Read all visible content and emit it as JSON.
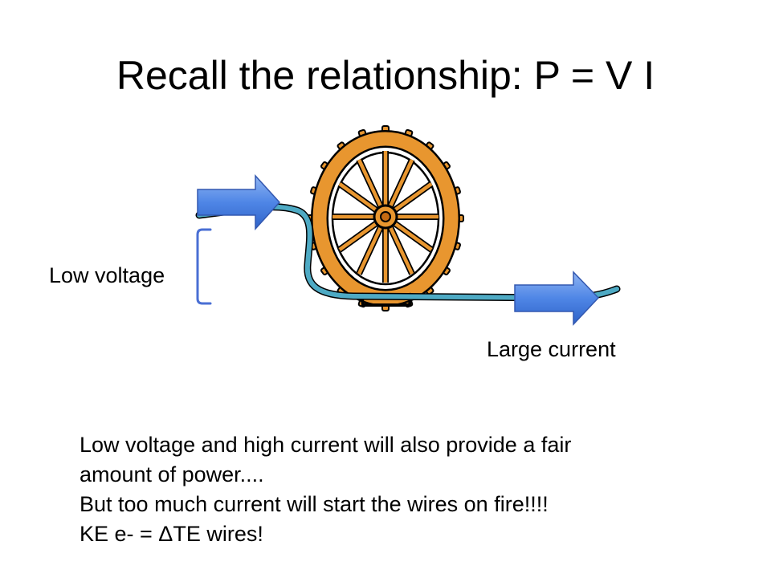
{
  "slide": {
    "title": "Recall the relationship:  P = V I",
    "low_voltage_label": "Low voltage",
    "large_current_label": "Large current",
    "body_lines": [
      "Low voltage and high current will also provide a fair",
      "amount of power....",
      "But too much current will start the wires on fire!!!!",
      "KE e- = ΔTE wires!"
    ]
  },
  "colors": {
    "wire": "#4eaac4",
    "arrow": "#4a7fe0",
    "wheel": "#e8962f",
    "wheel_outline": "#000000",
    "bracket": "#4a6fd4"
  },
  "icons": [
    "water-wheel-icon",
    "right-arrow-icon",
    "bracket-icon"
  ]
}
